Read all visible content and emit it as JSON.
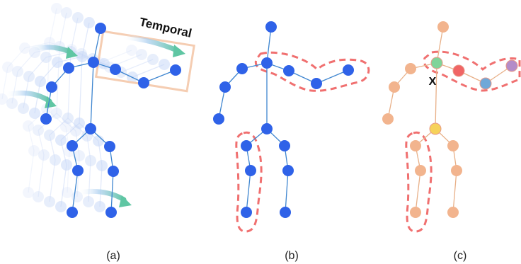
{
  "figure": {
    "panel_a": {
      "caption": "(a)",
      "temporal_label": "Temporal"
    },
    "panel_b": {
      "caption": "(b)"
    },
    "panel_c": {
      "caption": "(c)",
      "center_marker": "X"
    }
  },
  "colors": {
    "joint_blue": "#2f62e8",
    "bone_blue": "#3f86d0",
    "ghost_blue": "#c9d8f7",
    "joint_orange": "#f2b48e",
    "bone_orange": "#e8b088",
    "dash_red": "#f07070",
    "temporal_box": "#f5cdb2",
    "arrow_teal": "#5fc6a3",
    "node_green": "#7fd49a",
    "node_red": "#f06565",
    "node_blue": "#6fa8d8",
    "node_purple": "#b48cc8",
    "node_yellow": "#f6d25a"
  }
}
